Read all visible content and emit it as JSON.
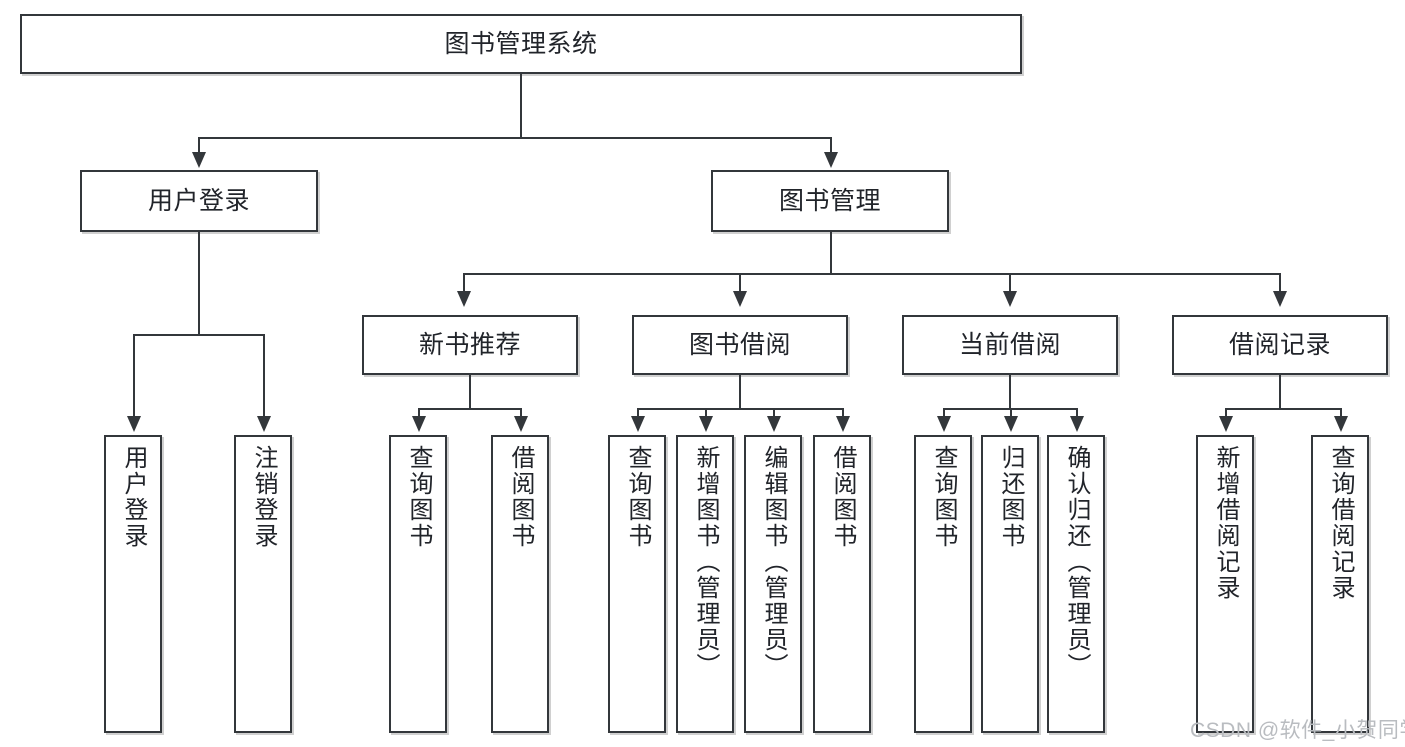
{
  "diagram": {
    "title": "图书管理系统",
    "type": "hierarchy-tree",
    "root": {
      "label": "图书管理系统"
    },
    "level2": [
      {
        "label": "用户登录"
      },
      {
        "label": "图书管理"
      }
    ],
    "level3": [
      {
        "label": "新书推荐"
      },
      {
        "label": "图书借阅"
      },
      {
        "label": "当前借阅"
      },
      {
        "label": "借阅记录"
      }
    ],
    "leaves": {
      "user_login": [
        {
          "label": "用户登录"
        },
        {
          "label": "注销登录"
        }
      ],
      "new_book_recommend": [
        {
          "label": "查询图书"
        },
        {
          "label": "借阅图书"
        }
      ],
      "book_borrow": [
        {
          "label": "查询图书"
        },
        {
          "label": "新增图书（管理员）"
        },
        {
          "label": "编辑图书（管理员）"
        },
        {
          "label": "借阅图书"
        }
      ],
      "current_borrow": [
        {
          "label": "查询图书"
        },
        {
          "label": "归还图书"
        },
        {
          "label": "确认归还（管理员）"
        }
      ],
      "borrow_record": [
        {
          "label": "新增借阅记录"
        },
        {
          "label": "查询借阅记录"
        }
      ]
    }
  },
  "watermark": {
    "text": "CSDN @软件_小贺同学"
  },
  "colors": {
    "stroke": "#33373b",
    "text": "#21242a",
    "background": "#ffffff",
    "watermark": "#b9bcc0"
  }
}
